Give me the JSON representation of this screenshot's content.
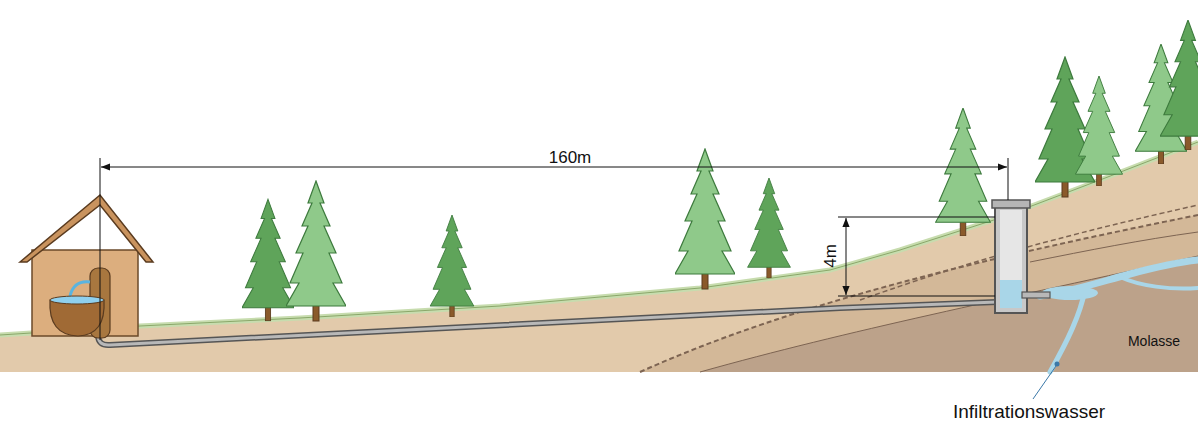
{
  "diagram": {
    "labels": [
      "160m",
      "4m",
      "Molasse",
      "Infiltrationswasser"
    ]
  }
}
